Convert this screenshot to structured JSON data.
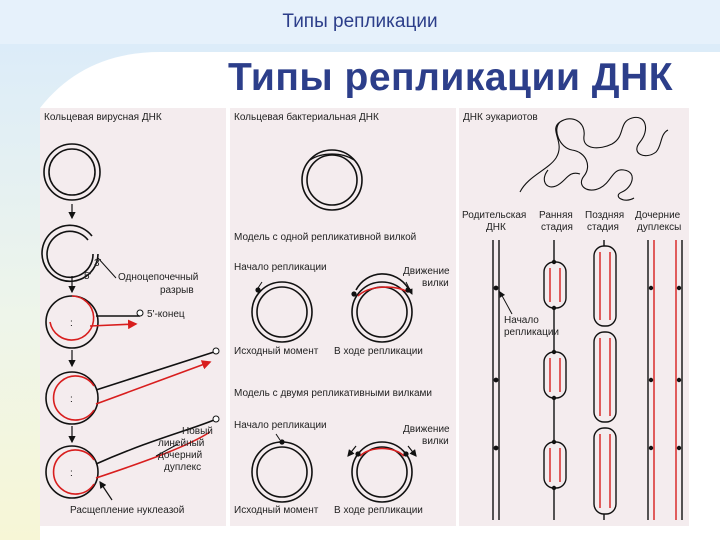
{
  "slide": {
    "header": "Типы репликации",
    "title": "Типы репликации ДНК"
  },
  "panel_viral": {
    "title": "Кольцевая вирусная ДНК",
    "label_3prime": "3'",
    "label_5prime": "5'",
    "nick_label_1": "Одноцепочечный",
    "nick_label_2": "разрыв",
    "end_label": "5'-конец",
    "new_strand_1": "Новый",
    "new_strand_2": "линейный",
    "new_strand_3": "дочерний",
    "new_strand_4": "дуплекс",
    "cleavage": "Расщепление нуклеазой"
  },
  "panel_bacterial": {
    "title": "Кольцевая бактериальная ДНК",
    "model_one_fork": "Модель с одной репликативной вилкой",
    "origin_1": "Начало репликации",
    "fork_move_1a": "Движение",
    "fork_move_1b": "вилки",
    "initial_1": "Исходный момент",
    "during_1": "В ходе репликации",
    "model_two_forks": "Модель с двумя репликативными вилками",
    "origin_2": "Начало репликации",
    "fork_move_2a": "Движение",
    "fork_move_2b": "вилки",
    "initial_2": "Исходный момент",
    "during_2": "В ходе репликации"
  },
  "panel_eukaryote": {
    "title": "ДНК эукариотов",
    "col_parent_1": "Родительская",
    "col_parent_2": "ДНК",
    "col_early_1": "Ранняя",
    "col_early_2": "стадия",
    "col_late_1": "Поздняя",
    "col_late_2": "стадия",
    "col_daughter_1": "Дочерние",
    "col_daughter_2": "дуплексы",
    "origin_1": "Начало",
    "origin_2": "репликации"
  },
  "colors": {
    "title_blue": "#2c3e8a",
    "panel_bg": "#f4ecee",
    "new_strand_red": "#d81e1e",
    "wave_accent": "#cfe3f5"
  }
}
